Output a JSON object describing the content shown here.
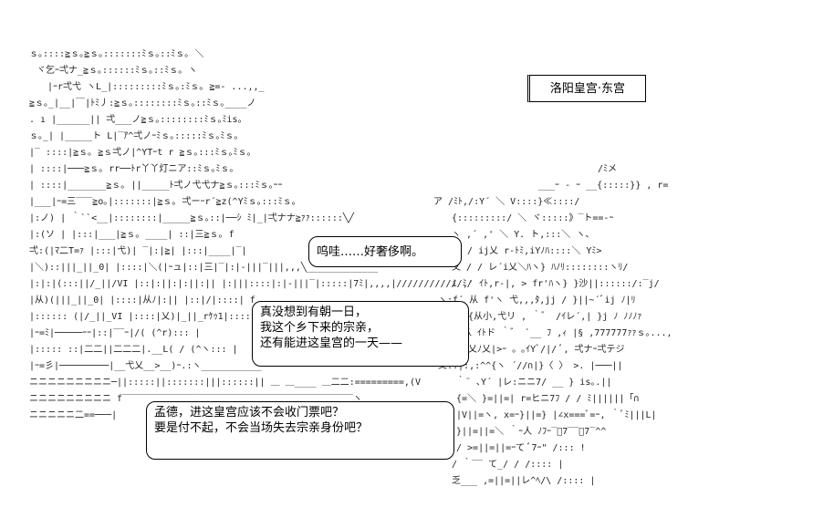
{
  "caption": {
    "text": "洛阳皇宫·东宫"
  },
  "bubble_1": {
    "lines": [
      "呜哇……好奢侈啊。"
    ]
  },
  "bubble_2": {
    "lines": [
      "真没想到有朝一日，",
      "我这个乡下来的宗亲，",
      "还有能进这皇宫的一天——"
    ]
  },
  "bubble_3": {
    "lines": [
      "孟德，进这皇宫应该不会收门票吧？",
      "要是付不起，不会当场失去宗亲身份吧？"
    ]
  }
}
